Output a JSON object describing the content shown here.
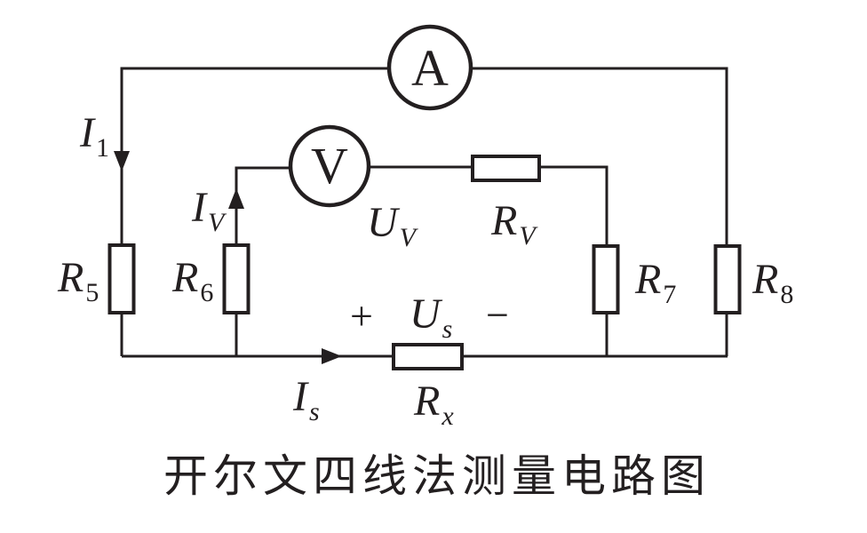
{
  "figure": {
    "caption": "开尔文四线法测量电路图"
  },
  "meters": {
    "ammeter": {
      "label": "A"
    },
    "voltmeter": {
      "label": "V"
    }
  },
  "labels": {
    "i1": {
      "main": "I",
      "sub": "1"
    },
    "iv": {
      "main": "I",
      "sub": "V"
    },
    "is": {
      "main": "I",
      "sub": "s"
    },
    "r5": {
      "main": "R",
      "sub": "5"
    },
    "r6": {
      "main": "R",
      "sub": "6"
    },
    "r7": {
      "main": "R",
      "sub": "7"
    },
    "r8": {
      "main": "R",
      "sub": "8"
    },
    "rv": {
      "main": "R",
      "sub": "V"
    },
    "rx": {
      "main": "R",
      "sub": "x"
    },
    "uv": {
      "main": "U",
      "sub": "V"
    },
    "us": {
      "main": "U",
      "sub": "s"
    },
    "plus": "+",
    "minus": "−"
  },
  "colors": {
    "ink": "#231f20",
    "background": "#ffffff"
  }
}
